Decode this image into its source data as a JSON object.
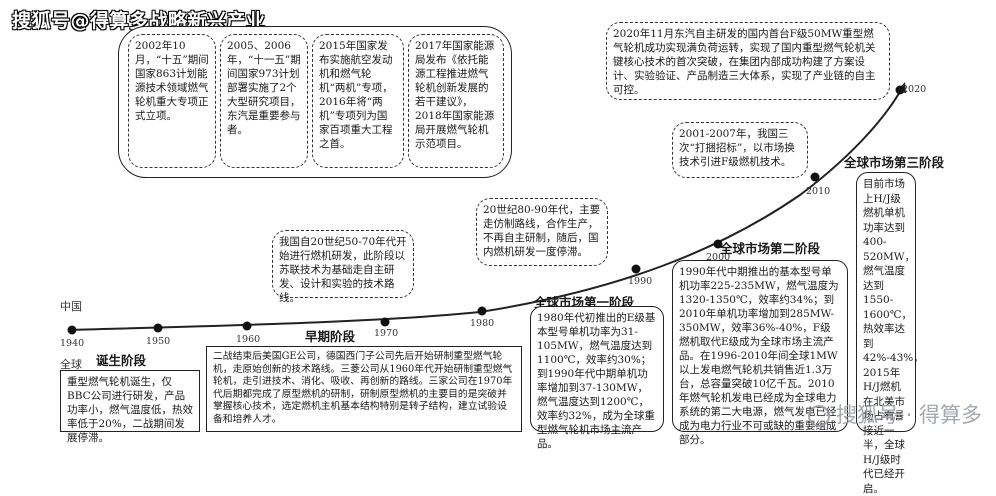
{
  "header": {
    "watermark_text": "搜狐号@得算多战略新兴产业"
  },
  "side_labels": {
    "china": "中国",
    "global": "全球"
  },
  "years": [
    "1940",
    "1950",
    "1960",
    "1970",
    "1980",
    "1990",
    "2000",
    "2010",
    "2020"
  ],
  "stages": {
    "birth": "诞生阶段",
    "early": "早期阶段",
    "market1": "全球市场第一阶段",
    "market2": "全球市场第二阶段",
    "market3": "全球市场第三阶段"
  },
  "china_boxes": {
    "b2002": "2002年10月，“十五”期间国家863计划能源技术领域燃气轮机重大专项正式立项。",
    "b2005": "2005、2006年，“十一五”期间国家973计划部署实施了2个大型研究项目，东汽是重要参与者。",
    "b2015": "2015年国家发布实施航空发动机和燃气轮机“两机”专项，2016年将“两机”专项列为国家百项重大工程之首。",
    "b2017": "2017年国家能源局发布《依托能源工程推进燃气轮机创新发展的若干建议》，2018年国家能源局开展燃气轮机示范项目。",
    "b2020": "2020年11月东汽自主研发的国内首台F级50MW重型燃气轮机成功实现满负荷运转，实现了国内重型燃气轮机关键核心技术的首次突破，在集团内部成功构建了方案设计、实验验证、产品制造三大体系，实现了产业链的自主可控。",
    "b2001": "2001-2007年，我国三次“打捆招标”，以市场换技术引进F级燃机技术。",
    "b8090": "20世纪80-90年代，主要走仿制路线，合作生产，不再自主研制，随后，国内燃机研发一度停滞。",
    "b5070": "我国自20世纪50-70年代开始进行燃机研发，此阶段以苏联技术为基础走自主研发、设计和实验的技术路线。"
  },
  "global_boxes": {
    "birth": "重型燃气轮机诞生，仅BBC公司进行研发，产品功率小，燃气温度低，热效率低于20%，二战期间发展停滞。",
    "early": "二战结束后美国GE公司，德国西门子公司先后开始研制重型燃气轮机，走原始创新的技术路线。三菱公司从1960年代开始研制重型燃气轮机，走引进技术、消化、吸收、再创新的路线。三家公司在1970年代后期都完成了原型燃机的研制，研制原型燃机的主要目的是突破并掌握核心技术，选定燃机主机基本结构特别是转子结构，建立试验设备和培养人才。",
    "market1": "1980年代初推出的E级基本型号单机功率为31-105MW，燃气温度达到1100℃，效率约30%；到1990年代中期单机功率增加到37-130MW，燃气温度达到1200℃，效率约32%，成为全球重型燃气轮机市场主流产品。",
    "market2": "1990年代中期推出的基本型号单机功率225-235MW，燃气温度为1320-1350℃，效率约34%；到2010年单机功率增加到285MW-350MW，效率36%-40%，F级燃机取代E级成为全球市场主流产品。在1996-2010年间全球1MW以上发电燃气轮机共销售近1.3万台，总容量突破10亿千瓦。2010年燃气轮机发电已经成为全球电力系统的第二大电源，燃气发电已经成为电力行业不可或缺的重要组成部分。",
    "market3": "目前市场上H/J级燃机单机功率达到400-520MW，燃气温度达到1550-1600℃，热效率达到42%-43%，2015年H/J燃机在北美市场占有률接近一半，全球H/J级时代已经开启。"
  },
  "footer": {
    "watermark_text": "搜狐号 · 得算多"
  }
}
